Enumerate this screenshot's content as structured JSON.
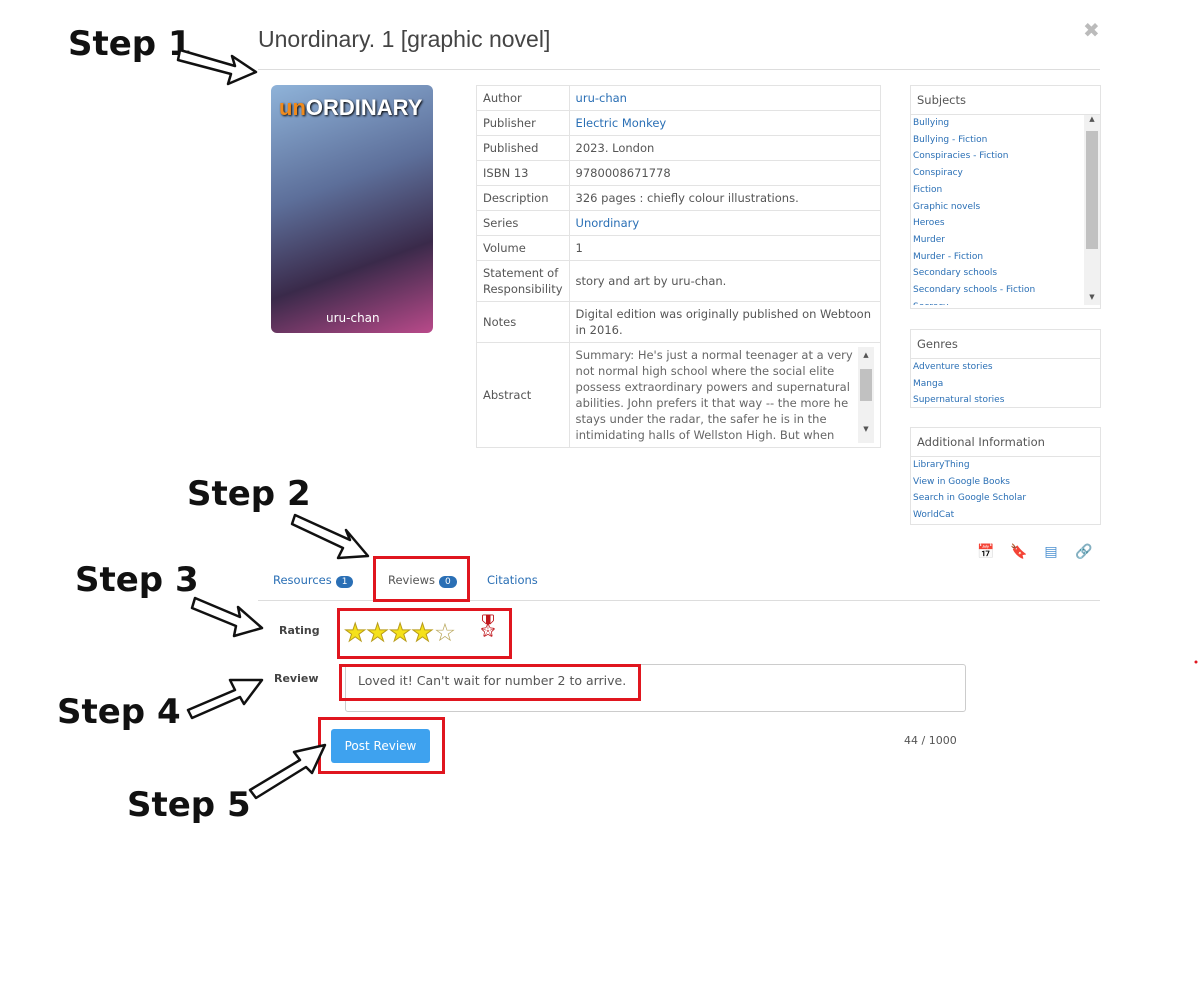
{
  "title": "Unordinary. 1 [graphic novel]",
  "close_icon": "close-icon",
  "cover": {
    "title_prefix": "un",
    "title_rest": "ORDINARY",
    "author": "uru-chan"
  },
  "meta": [
    {
      "label": "Author",
      "value": "uru-chan",
      "link": true
    },
    {
      "label": "Publisher",
      "value": "Electric Monkey",
      "link": true
    },
    {
      "label": "Published",
      "value": "2023. London"
    },
    {
      "label": "ISBN 13",
      "value": "9780008671778"
    },
    {
      "label": "Description",
      "value": "326 pages : chiefly colour illustrations."
    },
    {
      "label": "Series",
      "value": "Unordinary",
      "link": true
    },
    {
      "label": "Volume",
      "value": "1"
    },
    {
      "label": "Statement of Responsibility",
      "value": "story and art by uru-chan."
    },
    {
      "label": "Notes",
      "value": "Digital edition was originally published on Webtoon in 2016."
    },
    {
      "label": "Abstract",
      "value": "Summary: He's just a normal teenager at a very not normal high school where the social elite possess extraordinary powers and supernatural abilities. John prefers it that way -- the more he stays under the radar, the safer he is in the intimidating halls of Wellston High. But when the other students start to"
    }
  ],
  "subjects": {
    "heading": "Subjects",
    "items": [
      "Bullying",
      "Bullying - Fiction",
      "Conspiracies - Fiction",
      "Conspiracy",
      "Fiction",
      "Graphic novels",
      "Heroes",
      "Murder",
      "Murder - Fiction",
      "Secondary schools",
      "Secondary schools - Fiction",
      "Secrecy"
    ]
  },
  "genres": {
    "heading": "Genres",
    "items": [
      "Adventure stories",
      "Manga",
      "Supernatural stories"
    ]
  },
  "additional": {
    "heading": "Additional Information",
    "items": [
      "LibraryThing",
      "View in Google Books",
      "Search in Google Scholar",
      "WorldCat"
    ]
  },
  "tabs": [
    {
      "label": "Resources",
      "count": "1"
    },
    {
      "label": "Reviews",
      "count": "0"
    },
    {
      "label": "Citations"
    }
  ],
  "review": {
    "rating_label": "Rating",
    "rating": 4,
    "max_rating": 5,
    "review_label": "Review",
    "text": "Loved it! Can't wait for number 2 to arrive.",
    "counter": "44 / 1000",
    "post_label": "Post Review"
  },
  "steps": [
    "Step 1",
    "Step 2",
    "Step 3",
    "Step 4",
    "Step 5"
  ],
  "colors": {
    "link": "#2a6fb5",
    "button": "#3ea2ef",
    "highlight": "#e0161f"
  }
}
